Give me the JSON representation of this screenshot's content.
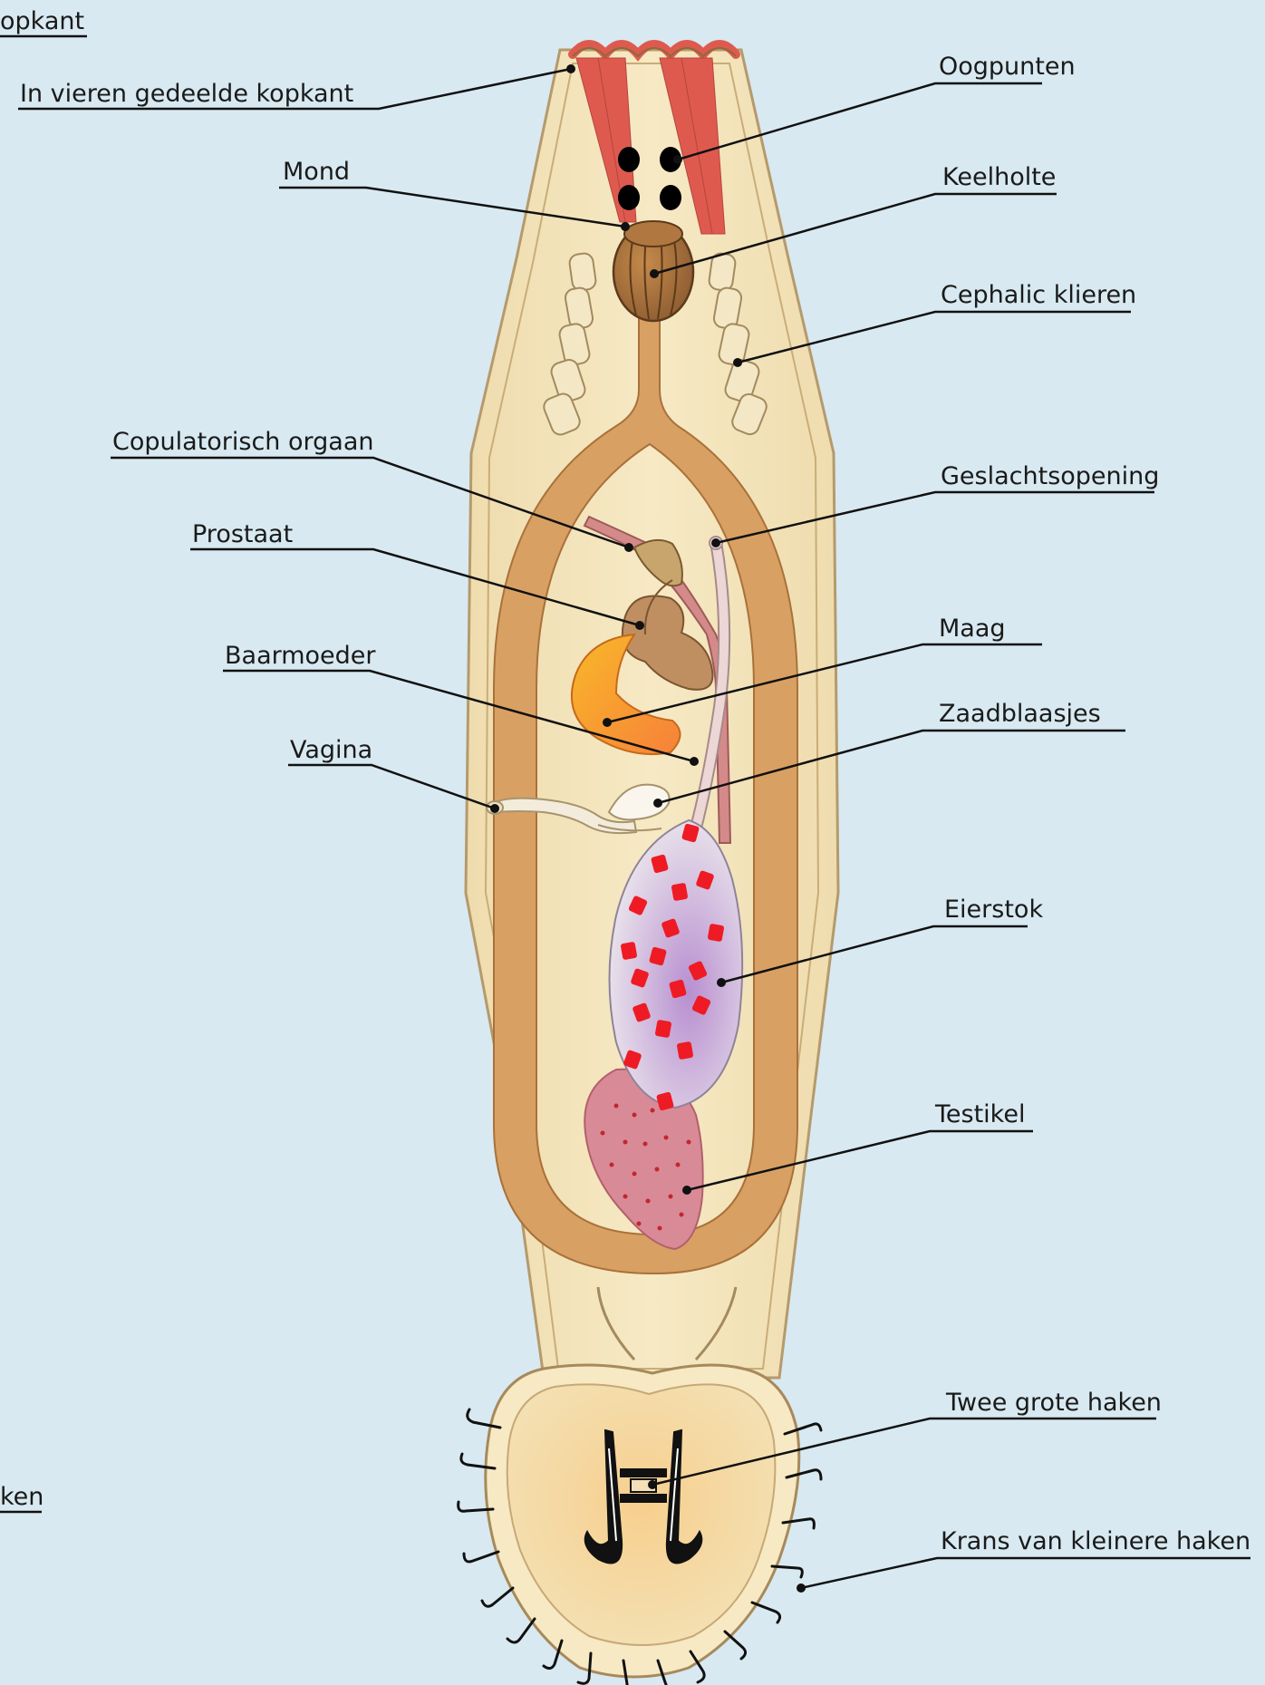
{
  "diagram": {
    "labels": {
      "clipped_top_left": "opkant",
      "quartered_head": "In vieren gedeelde kopkant",
      "mouth": "Mond",
      "copulatory_organ": "Copulatorisch orgaan",
      "prostate": "Prostaat",
      "uterus": "Baarmoeder",
      "vagina": "Vagina",
      "clipped_bottom_left": "ken",
      "eyespots": "Oogpunten",
      "pharynx": "Keelholte",
      "cephalic_glands": "Cephalic klieren",
      "genital_opening": "Geslachtsopening",
      "stomach": "Maag",
      "seminal_vesicles": "Zaadblaasjes",
      "ovary": "Eierstok",
      "testis": "Testikel",
      "two_large_hooks": "Twee grote haken",
      "ring_of_small_hooks": "Krans van kleinere haken"
    }
  },
  "colors": {
    "background": "#d8e9f1",
    "body": "#f2e3b8",
    "gut": "#d9a064",
    "pharynx": "#9a6a3c",
    "muscle": "#de5a4f",
    "ovary": "#d4c5e3",
    "egg": "#ee1b24",
    "testis": "#d98a97",
    "stomach": "#f59a2e"
  }
}
